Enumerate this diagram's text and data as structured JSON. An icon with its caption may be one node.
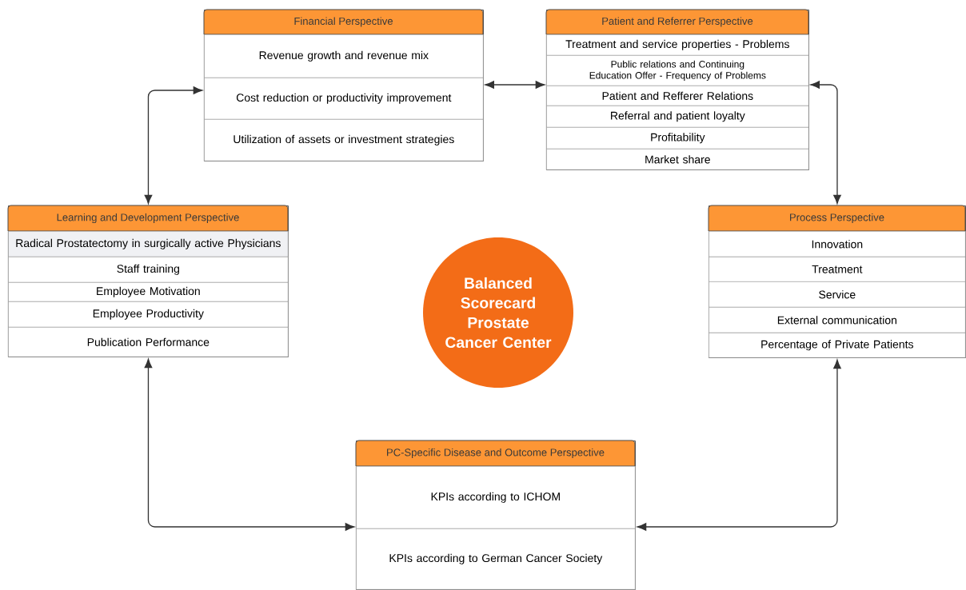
{
  "diagram": {
    "nodes": [
      {
        "text": [
          "Financial Perspective"
        ]
      },
      {
        "text": [
          "Revenue growth and revenue mix"
        ],
        "in": 0
      },
      {
        "text": [
          "Cost reduction or productivity improvement"
        ],
        "in": 0
      },
      {
        "text": [
          "Utilization of assets or investment strategies"
        ],
        "in": 0
      },
      {
        "text": [
          "Patient and Referrer Perspective"
        ]
      },
      {
        "text": [
          "Treatment and service properties - Problems"
        ],
        "in": 4
      },
      {
        "text": [
          "Public relations and Continuing Education Offer - Frequency of Problems"
        ],
        "in": 4
      },
      {
        "text": [
          "Patient and Refferer Relations"
        ],
        "in": 4
      },
      {
        "text": [
          "Referral and patient loyalty"
        ],
        "in": 4
      },
      {
        "text": [
          "Profitability"
        ],
        "in": 4
      },
      {
        "text": [
          "Market share"
        ],
        "in": 4
      },
      {
        "text": [
          "Learning and Development Perspective"
        ]
      },
      {
        "text": [
          "Radical Prostatectomy in surgically active Physicians"
        ],
        "in": 11
      },
      {
        "text": [
          "Staff training"
        ],
        "in": 11
      },
      {
        "text": [
          "Employee Motivation"
        ],
        "in": 11
      },
      {
        "text": [
          "Employee Productivity"
        ],
        "in": 11
      },
      {
        "text": [
          "Publication Performance"
        ],
        "in": 11
      },
      {
        "text": [
          "Balanced Scorecard Prostate Cancer Center"
        ]
      },
      {
        "text": [
          "Process Perspective"
        ]
      },
      {
        "text": [
          "Innovation"
        ],
        "in": 18
      },
      {
        "text": [
          "Treatment"
        ],
        "in": 18
      },
      {
        "text": [
          "Service"
        ],
        "in": 18
      },
      {
        "text": [
          "External communication"
        ],
        "in": 18
      },
      {
        "text": [
          "Percentage of Private Patients"
        ],
        "in": 18
      },
      {
        "text": [
          "PC-Specific Disease and Outcome Perspective"
        ]
      },
      {
        "text": [
          "KPIs according to ICHOM"
        ],
        "in": 24
      },
      {
        "text": [
          "KPIs according to German Cancer Society"
        ],
        "in": 24
      }
    ],
    "edges": [
      {
        "from": 11,
        "to": 2,
        "arrow": "both"
      },
      {
        "from": 2,
        "to": 7,
        "arrow": "both"
      },
      {
        "from": 7,
        "to": 18,
        "arrow": "both"
      },
      {
        "from": 11,
        "to": 24,
        "arrow": "both"
      },
      {
        "from": 18,
        "to": 24,
        "arrow": "both"
      }
    ]
  }
}
